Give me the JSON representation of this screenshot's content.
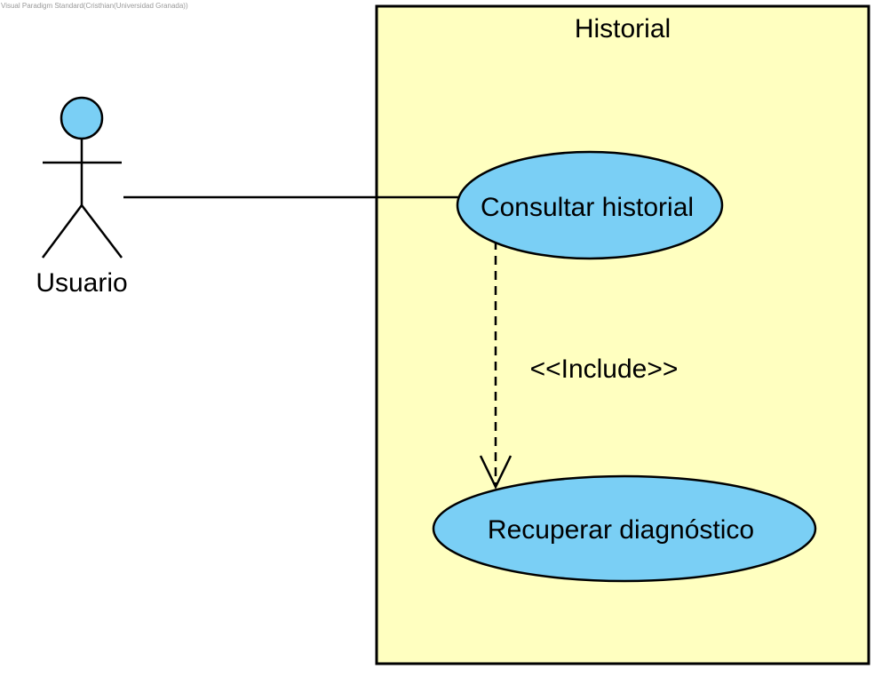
{
  "watermark": "Visual Paradigm Standard(Cristhian(Universidad Granada))",
  "system": {
    "title": "Historial"
  },
  "actor": {
    "name": "Usuario"
  },
  "use_cases": {
    "consultar": "Consultar historial",
    "recuperar": "Recuperar diagnóstico"
  },
  "relationship": {
    "include_label": "<<Include>>"
  },
  "colors": {
    "system_fill": "#ffffc0",
    "usecase_fill": "#7acff5",
    "actor_head_fill": "#7acff5",
    "stroke": "#000000"
  }
}
